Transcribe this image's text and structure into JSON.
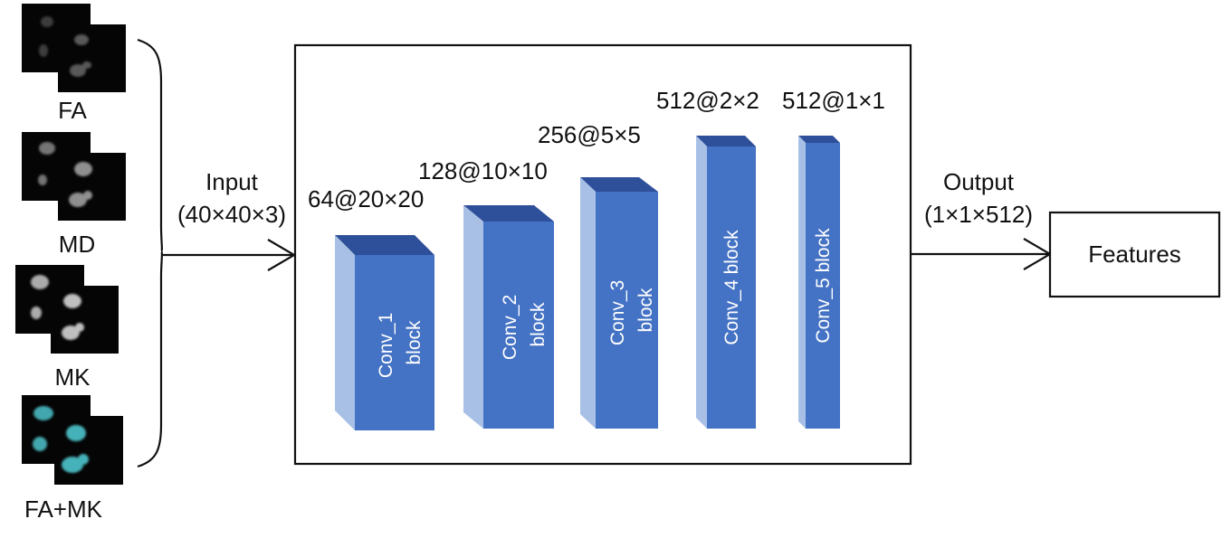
{
  "inputs": [
    {
      "label": "FA",
      "tone": "gray-dim"
    },
    {
      "label": "MD",
      "tone": "gray-mid"
    },
    {
      "label": "MK",
      "tone": "gray-bright"
    },
    {
      "label": "FA+MK",
      "tone": "cyan"
    }
  ],
  "input_arrow": {
    "line1": "Input",
    "line2": "(40×40×3)"
  },
  "output_arrow": {
    "line1": "Output",
    "line2": "(1×1×512)"
  },
  "output_box": {
    "label": "Features"
  },
  "blocks": [
    {
      "line1": "Conv_1",
      "line2": "block",
      "dims": "64@20×20"
    },
    {
      "line1": "Conv_2",
      "line2": "block",
      "dims": "128@10×10"
    },
    {
      "line1": "Conv_3",
      "line2": "block",
      "dims": "256@5×5"
    },
    {
      "line1": "Conv_4 block",
      "line2": "",
      "dims": "512@2×2"
    },
    {
      "line1": "Conv_5 block",
      "line2": "",
      "dims": "512@1×1"
    }
  ],
  "colors": {
    "block_front": "#4472C4",
    "block_side": "#A9C0E6",
    "block_top": "#2E4F9A",
    "cyan_tissue": "#4EC4CC",
    "image_bg": "#050505"
  }
}
